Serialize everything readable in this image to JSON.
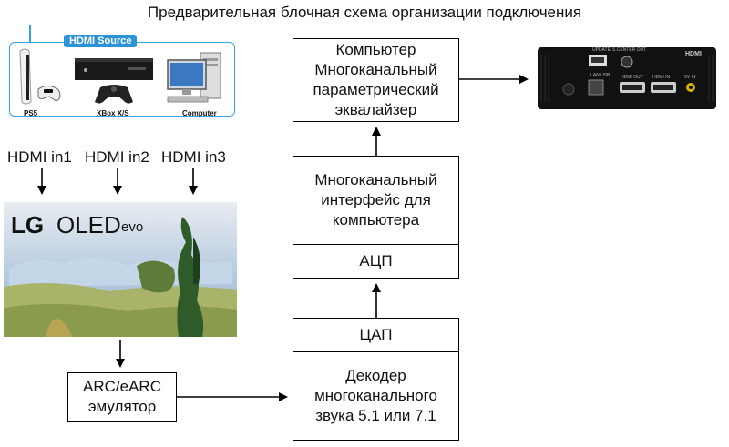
{
  "title": "Предварительная блочная схема организации подключения",
  "source": {
    "badge": "HDMI Source",
    "devices": [
      {
        "name": "PS5",
        "icon": "ps5-console-icon"
      },
      {
        "name": "XBox X/S",
        "icon": "xbox-console-icon"
      },
      {
        "name": "Computer",
        "icon": "desktop-computer-icon"
      }
    ]
  },
  "hdmi_inputs": [
    "HDMI in1",
    "HDMI in2",
    "HDMI in3"
  ],
  "tv": {
    "brand_lg": "LG",
    "brand_oled": "OLED",
    "brand_evo": "evo"
  },
  "arc_box": {
    "line1": "ARC/eARC",
    "line2": "эмулятор"
  },
  "decoder_box": {
    "line1": "Декодер",
    "line2": "многоканального",
    "line3": "звука 5.1 или 7.1"
  },
  "dac_label": "ЦАП",
  "adc_label": "АЦП",
  "interface_box": {
    "line1": "Многоканальный",
    "line2": "интерфейс для",
    "line3": "компьютера"
  },
  "computer_box": {
    "line1": "Компьютер",
    "line2": "Многоканальный",
    "line3": "параметрический",
    "line4": "эквалайзер"
  },
  "device": {
    "port_labels": [
      "UPDATE",
      "S.CENTER OUT",
      "LAN/USB",
      "HDMI OUT",
      "HDMI IN",
      "5V IN"
    ],
    "brand": "HDMI",
    "colors": {
      "body": "#111111",
      "port_gold": "#d8b200"
    }
  }
}
